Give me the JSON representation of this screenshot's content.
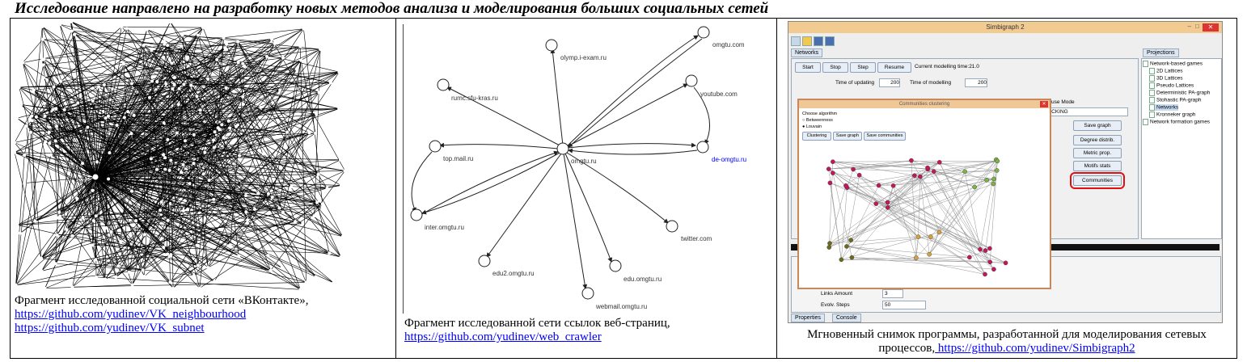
{
  "title": "Исследование направлено на разработку новых методов анализа и моделирования больших социальных сетей",
  "panel1": {
    "caption_line1": "Фрагмент исследованной социальной сети «ВКонтакте»,",
    "link1": "https://github.com/yudinev/VK_neighbourhood",
    "link2": "https://github.com/yudinev/VK_subnet"
  },
  "panel2": {
    "nodes": {
      "omgtu_com": "omgtu.com",
      "olymp": "olymp.i-exam.ru",
      "rumc": "rumc.sfu-kras.ru",
      "youtube": "youtube.com",
      "top_mail": "top.mail.ru",
      "omgtu_ru": "omgtu.ru",
      "de_omgtu": "de-omgtu.ru",
      "inter": "inter.omgtu.ru",
      "twitter": "twitter.com",
      "edu2": "edu2.omgtu.ru",
      "edu": "edu.omgtu.ru",
      "webmail": "webmail.omgtu.ru"
    },
    "caption_line1": "Фрагмент исследованной сети ссылок веб-страниц,",
    "link": "https://github.com/yudinev/web_crawler"
  },
  "panel3": {
    "window_title": "Simbigraph 2",
    "tab_networks": "Networks",
    "btn_start": "Start",
    "btn_stop": "Stop",
    "btn_step": "Step",
    "btn_resume": "Resume",
    "modelling_time": "Current modelling time:21.0",
    "time_updating_label": "Time of updating",
    "time_updating_value": "200",
    "time_modelling_label": "Time of modelling",
    "time_modelling_value": "200",
    "mouse_mode": "Mouse Mode",
    "mouse_mode_value": "PICKING",
    "btn_save_graph": "Save graph",
    "btn_degree": "Degree distrib.",
    "btn_metric": "Metric prop.",
    "btn_motifs": "Motifs stats",
    "btn_communities": "Communities",
    "tab_projections": "Projections",
    "tree": {
      "root1": "Network-based games",
      "items": [
        "2D Lattices",
        "3D Lattices",
        "Pseudo Lattices",
        "Deterministic PA-graph",
        "Stohastic PA-graph",
        "Networks",
        "Kronneker graph"
      ],
      "root2": "Network formation games"
    },
    "dialog_title": "Communities clustering",
    "choose_algorithm": "Choose algorithm",
    "alg1": "Betweenness",
    "alg2": "Louvain",
    "dlg_btn_clustering": "Clustering",
    "dlg_btn_save": "Save graph",
    "dlg_btn_save_comm": "Save communities",
    "links_amount_label": "Links Amount",
    "links_amount_value": "3",
    "evolv_steps_label": "Evolv. Steps",
    "evolv_steps_value": "50",
    "tab_properties": "Properties",
    "tab_console": "Console",
    "caption_line1": "Мгновенный снимок программы, разработанной для моделирования сетевых",
    "caption_line2_prefix": "процессов,",
    "link": " https://github.com/yudinev/Simbigraph2"
  },
  "colors": {
    "link": "#0000ff",
    "community_red": "#c2185b",
    "community_green": "#7cb342",
    "community_orange": "#d4a13a",
    "community_olive": "#6b6b1e",
    "highlight": "#e01010"
  }
}
